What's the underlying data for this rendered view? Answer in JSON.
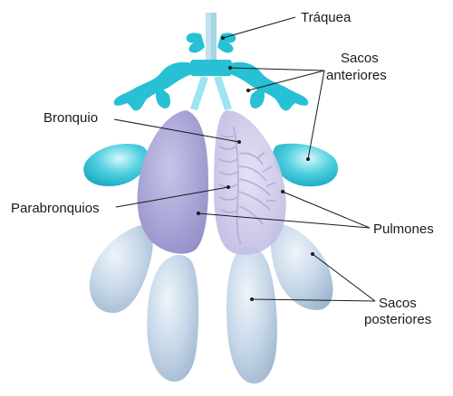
{
  "colors": {
    "airsac_anterior": "#2cc3d6",
    "airsac_anterior_light": "#9ee6ef",
    "airsac_posterior": "#b9cde0",
    "airsac_posterior_light": "#e8f0f8",
    "lung_left": "#a9a6d6",
    "lung_right": "#cbc6e8",
    "trachea": "#bfe3ee",
    "leader_line": "#1a1a1a"
  },
  "labels": {
    "trachea": "Tráquea",
    "anterior_sacs_line1": "Sacos",
    "anterior_sacs_line2": "anteriores",
    "bronchus": "Bronquio",
    "parabronchi": "Parabronquios",
    "lungs": "Pulmones",
    "posterior_sacs_line1": "Sacos",
    "posterior_sacs_line2": "posteriores"
  }
}
